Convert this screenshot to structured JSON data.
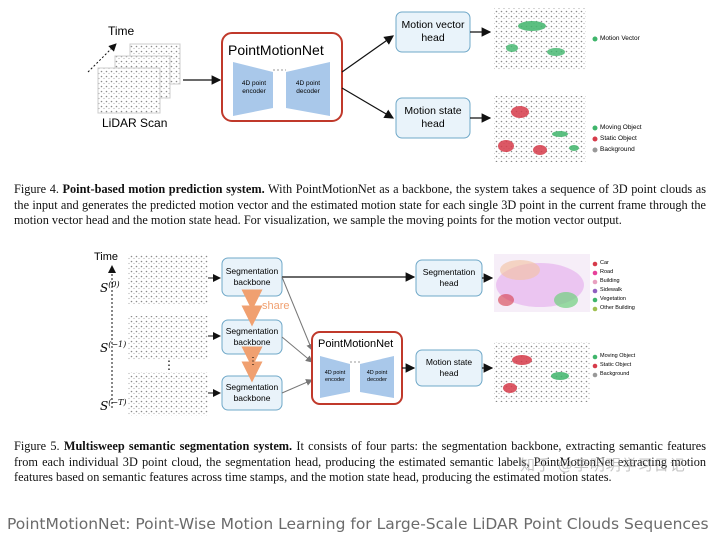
{
  "figure4": {
    "time_label": "Time",
    "lidar_label": "LiDAR Scan",
    "net_title": "PointMotionNet",
    "encoder_label": "4D point encoder",
    "decoder_label": "4D point decoder",
    "motion_vector_head": "Motion vector head",
    "motion_state_head": "Motion state head",
    "legend_vector": [
      "Motion Vector"
    ],
    "legend_state": [
      "Moving Object",
      "Static Object",
      "Background"
    ],
    "caption_label": "Figure 4.",
    "caption_title": "Point-based motion prediction system.",
    "caption_text": "With PointMotionNet as a backbone, the system takes a sequence of 3D point clouds as the input and generates the predicted motion vector and the estimated motion state for each single 3D point in the current frame through the motion vector head and the motion state head. For visualization, we sample the moving points for the motion vector output."
  },
  "figure5": {
    "time_label": "Time",
    "s0": "S",
    "s0_sup": "(0)",
    "s1": "S",
    "s1_sup": "(−1)",
    "sT": "S",
    "sT_sup": "(−T)",
    "seg_backbone": "Segmentation backbone",
    "share_label": "share",
    "dots": "⋮",
    "net_title": "PointMotionNet",
    "encoder_label": "4D point encoder",
    "decoder_label": "4D point decoder",
    "seg_head": "Segmentation head",
    "motion_state_head": "Motion state head",
    "legend_seg": [
      "Car",
      "Road",
      "Building",
      "Sidewalk",
      "Vegetation",
      "Other Building"
    ],
    "legend_state": [
      "Moving Object",
      "Static Object",
      "Background"
    ],
    "caption_label": "Figure 5.",
    "caption_title": "Multisweep semantic segmentation system.",
    "caption_text": "It consists of four parts: the segmentation backbone, extracting semantic features from each individual 3D point cloud, the segmentation head, producing the estimated semantic labels, PointMotionNet extracting motion features based on semantic features across time stamps, and the motion state head, producing the estimated motion states."
  },
  "watermark": "知乎 @李明玥学习日记",
  "footer": "PointMotionNet: Point-Wise Motion Learning for Large-Scale LiDAR Point Clouds Sequences",
  "colors": {
    "net_border": "#c0392b",
    "head_border": "#6fa8c8",
    "head_fill": "#e9f3fa",
    "block_fill": "#a9c8ea",
    "share_arrow": "#f0a070",
    "moving": "#3fb56b",
    "static": "#d63b4a",
    "background": "#999999"
  }
}
